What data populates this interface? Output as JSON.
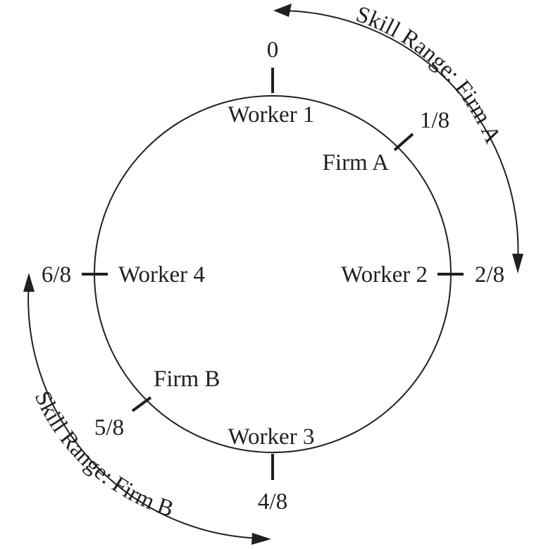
{
  "ticks": {
    "t0": "0",
    "t1": "1/8",
    "t2": "2/8",
    "t4": "4/8",
    "t5": "5/8",
    "t6": "6/8"
  },
  "workers": {
    "w1": "Worker 1",
    "w2": "Worker 2",
    "w3": "Worker 3",
    "w4": "Worker 4"
  },
  "firms": {
    "a": "Firm A",
    "b": "Firm B"
  },
  "skill_ranges": {
    "a": "Skill Range: Firm A",
    "b": "Skill Range: Firm B"
  },
  "colors": {
    "ink": "#231f20",
    "background": "#ffffff"
  }
}
